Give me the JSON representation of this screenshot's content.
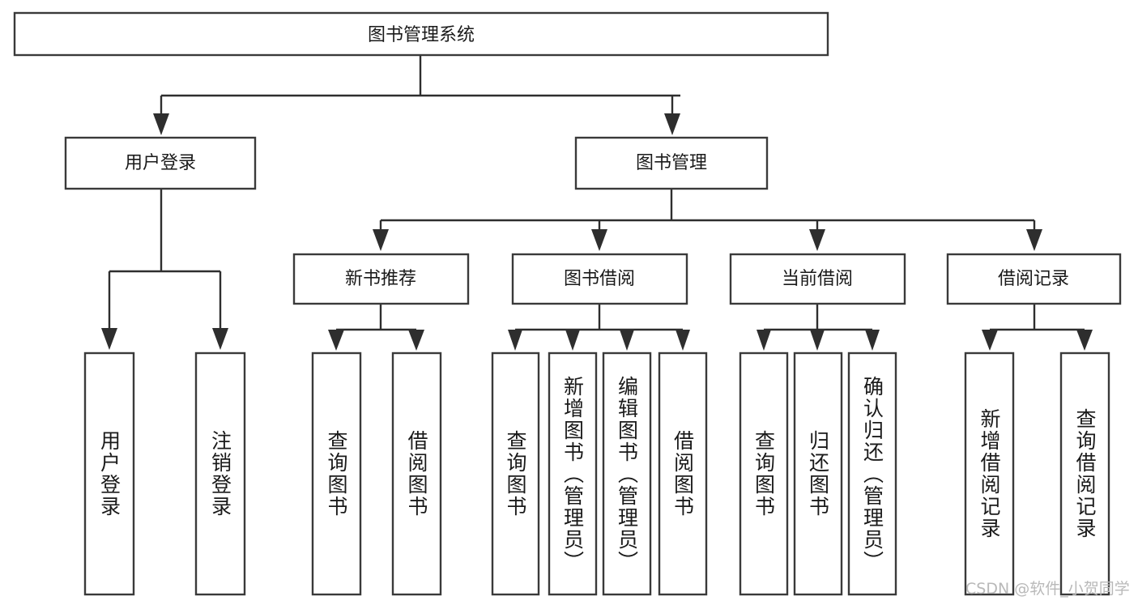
{
  "diagram": {
    "title": "图书管理系统",
    "type": "hierarchy-tree",
    "root": {
      "id": "root",
      "label": "图书管理系统",
      "orientation": "horizontal"
    },
    "level2": [
      {
        "id": "user-login",
        "label": "用户登录",
        "orientation": "horizontal"
      },
      {
        "id": "book-manage",
        "label": "图书管理",
        "orientation": "horizontal"
      }
    ],
    "level3": [
      {
        "id": "new-book-rec",
        "label": "新书推荐",
        "orientation": "horizontal",
        "parent": "book-manage"
      },
      {
        "id": "book-borrow",
        "label": "图书借阅",
        "orientation": "horizontal",
        "parent": "book-manage"
      },
      {
        "id": "current-borrow",
        "label": "当前借阅",
        "orientation": "horizontal",
        "parent": "book-manage"
      },
      {
        "id": "borrow-record",
        "label": "借阅记录",
        "orientation": "horizontal",
        "parent": "book-manage"
      }
    ],
    "leaves": {
      "user_login": [
        {
          "id": "leaf-user-login",
          "label": "用户登录",
          "orientation": "vertical"
        },
        {
          "id": "leaf-user-logout",
          "label": "注销登录",
          "orientation": "vertical"
        }
      ],
      "new_book_rec": [
        {
          "id": "leaf-query-book-1",
          "label": "查询图书",
          "orientation": "vertical"
        },
        {
          "id": "leaf-borrow-book-1",
          "label": "借阅图书",
          "orientation": "vertical"
        }
      ],
      "book_borrow": [
        {
          "id": "leaf-query-book-2",
          "label": "查询图书",
          "orientation": "vertical"
        },
        {
          "id": "leaf-add-book",
          "label": "新增图书（管理员）",
          "orientation": "vertical"
        },
        {
          "id": "leaf-edit-book",
          "label": "编辑图书（管理员）",
          "orientation": "vertical"
        },
        {
          "id": "leaf-borrow-book-2",
          "label": "借阅图书",
          "orientation": "vertical"
        }
      ],
      "current_borrow": [
        {
          "id": "leaf-query-book-3",
          "label": "查询图书",
          "orientation": "vertical"
        },
        {
          "id": "leaf-return-book",
          "label": "归还图书",
          "orientation": "vertical"
        },
        {
          "id": "leaf-confirm-return",
          "label": "确认归还（管理员）",
          "orientation": "vertical"
        }
      ],
      "borrow_record": [
        {
          "id": "leaf-add-record",
          "label": "新增借阅记录",
          "orientation": "vertical"
        },
        {
          "id": "leaf-query-record",
          "label": "查询借阅记录",
          "orientation": "vertical"
        }
      ]
    },
    "colors": {
      "box_stroke": "#3a3a3a",
      "connector": "#2e2e2e",
      "text": "#1a1a1a",
      "background": "#ffffff",
      "watermark": "#b9b9b9"
    }
  },
  "watermark": {
    "text": "CSDN @软件_小贺同学"
  }
}
